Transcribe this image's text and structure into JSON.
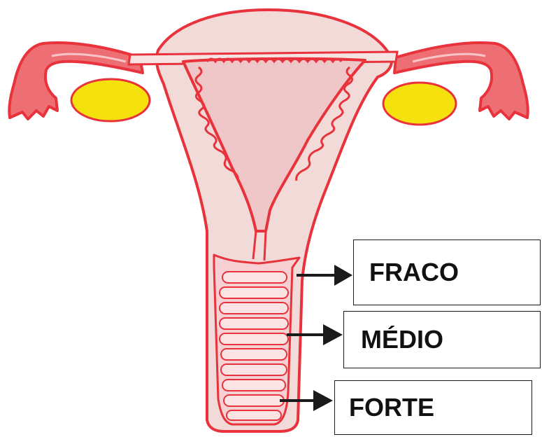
{
  "labels": [
    {
      "text": "FRACO"
    },
    {
      "text": "MÉDIO"
    },
    {
      "text": "FORTE"
    }
  ],
  "colors": {
    "tissue_fill": "#f2dad8",
    "tissue_stroke": "#e8323c",
    "tube_fill": "#ee6f73",
    "ovary_fill": "#f5e10e",
    "ovary_stroke": "#e8323c",
    "vagina_rugae": "#f6c2c5",
    "arrow": "#1a1a1a"
  }
}
